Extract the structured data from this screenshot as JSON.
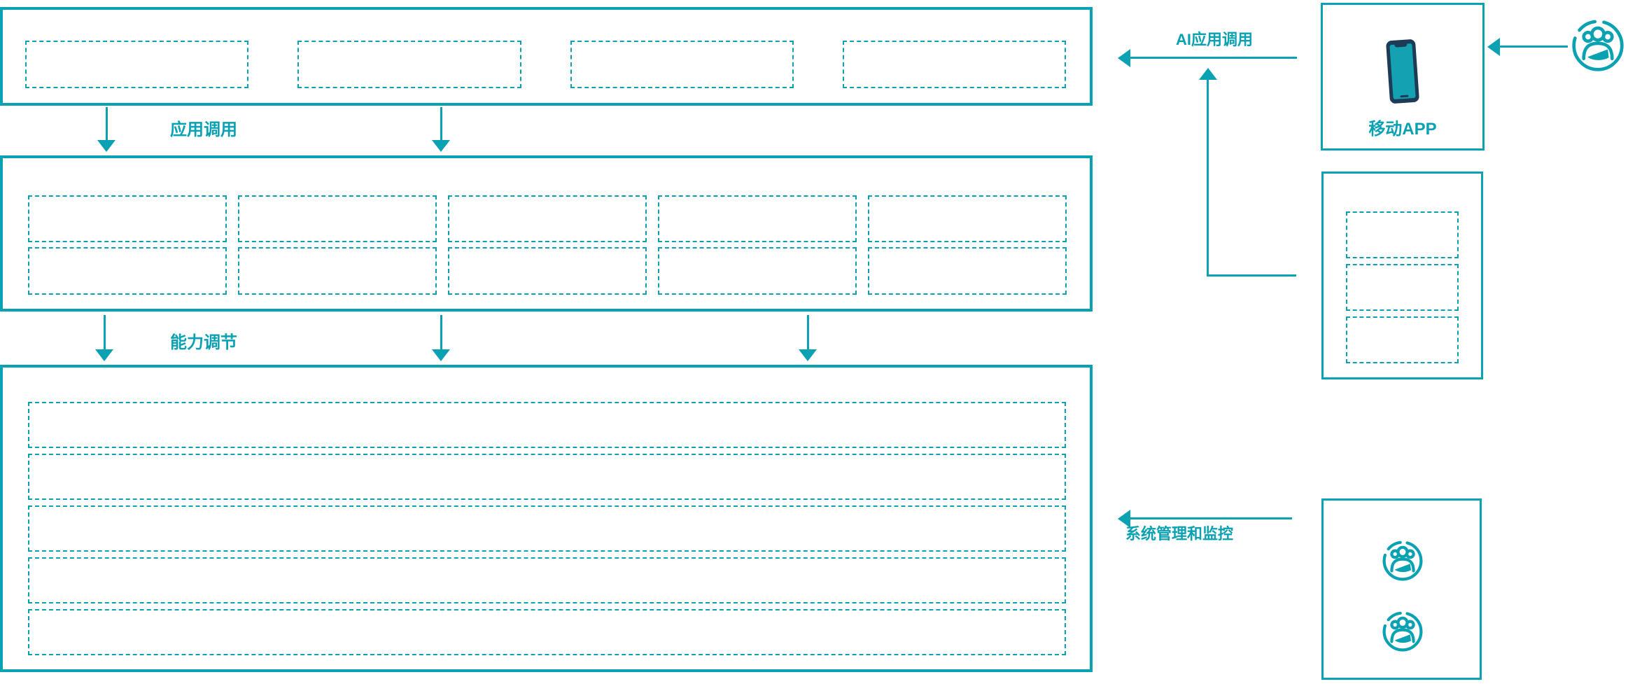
{
  "colors": {
    "teal": "#0aa2b2",
    "navy": "#1d3b57"
  },
  "labels": {
    "app_call": "应用调用",
    "capability_adjust": "能力调节",
    "ai_app_call": "AI应用调用",
    "system_monitor": "系统管理和监控",
    "mobile_app": "移动APP"
  },
  "layers": {
    "top": {
      "placeholder_count": 4
    },
    "middle": {
      "rows": 2,
      "cols": 5
    },
    "bottom": {
      "placeholder_count": 5
    },
    "right_stack": {
      "placeholder_count": 3
    }
  },
  "icons": {
    "phone": "mobile-phone-icon",
    "user_group": "users-icon",
    "admin_group_count": 2
  }
}
